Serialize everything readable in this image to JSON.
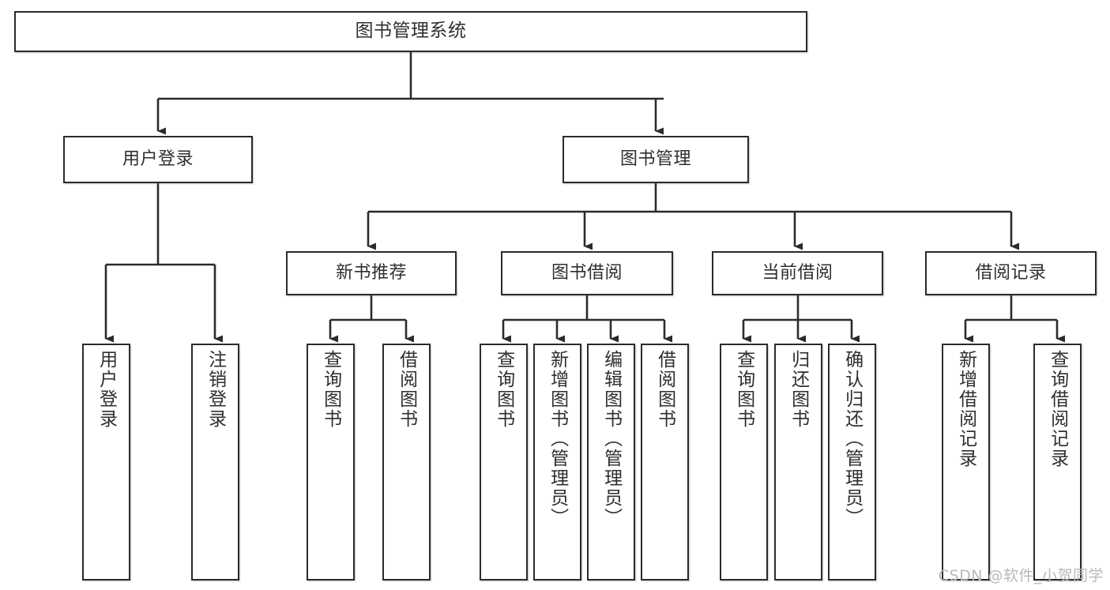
{
  "diagram": {
    "title": "图书管理系统",
    "type": "tree-hierarchy",
    "watermark": "CSDN @软件_小贺同学",
    "colors": {
      "background": "#ffffff",
      "box_border": "#2b2b2b",
      "box_fill": "#ffffff",
      "text": "#2f2f2f",
      "edge": "#2b2b2b",
      "watermark": "#b9b9b9"
    },
    "root": {
      "label": "图书管理系统"
    },
    "level1": [
      {
        "label": "用户登录"
      },
      {
        "label": "图书管理"
      }
    ],
    "level2": [
      {
        "label": "新书推荐"
      },
      {
        "label": "图书借阅"
      },
      {
        "label": "当前借阅"
      },
      {
        "label": "借阅记录"
      }
    ],
    "leaves": {
      "user_login": [
        {
          "label": "用户登录"
        },
        {
          "label": "注销登录"
        }
      ],
      "new_book_recommend": [
        {
          "label": "查询图书"
        },
        {
          "label": "借阅图书"
        }
      ],
      "book_borrow": [
        {
          "label": "查询图书"
        },
        {
          "label": "新增图书（管理员）"
        },
        {
          "label": "编辑图书（管理员）"
        },
        {
          "label": "借阅图书"
        }
      ],
      "current_borrow": [
        {
          "label": "查询图书"
        },
        {
          "label": "归还图书"
        },
        {
          "label": "确认归还（管理员）"
        }
      ],
      "borrow_record": [
        {
          "label": "新增借阅记录"
        },
        {
          "label": "查询借阅记录"
        }
      ]
    }
  }
}
